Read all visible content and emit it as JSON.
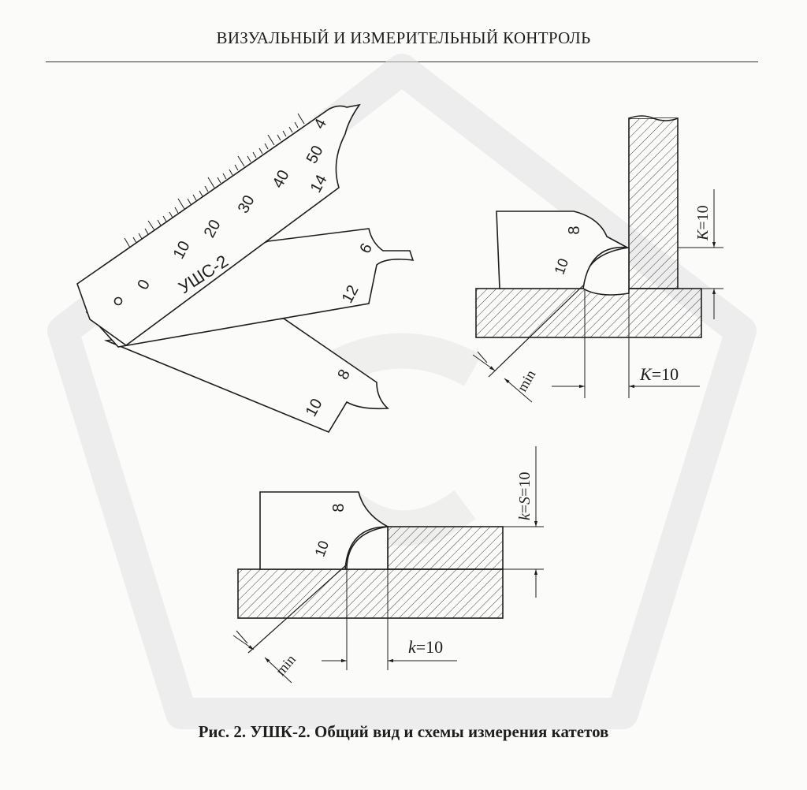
{
  "header": {
    "running_title": "ВИЗУАЛЬНЫЙ И ИЗМЕРИТЕЛЬНЫЙ КОНТРОЛЬ"
  },
  "gauge": {
    "model_label": "УШС-2",
    "scale_labels": [
      "0",
      "10",
      "20",
      "30",
      "40",
      "50"
    ],
    "ruler_tip_labels": [
      "4",
      "14"
    ],
    "blade1_labels": [
      "6",
      "12"
    ],
    "blade2_labels": [
      "8",
      "10"
    ]
  },
  "scheme_top": {
    "template_labels": [
      "8",
      "10"
    ],
    "dim_vertical_var": "K",
    "dim_vertical_val": "=10",
    "dim_horizontal_var": "K",
    "dim_horizontal_val": "=10",
    "min_label": "min"
  },
  "scheme_bottom": {
    "template_labels": [
      "8",
      "10"
    ],
    "dim_vertical_k": "k",
    "dim_vertical_eq1": "=",
    "dim_vertical_s": "S",
    "dim_vertical_val": "=10",
    "dim_horizontal_var": "k",
    "dim_horizontal_val": "=10",
    "min_label": "min"
  },
  "caption": "Рис. 2. УШК-2. Общий вид и схемы измерения катетов",
  "colors": {
    "ink": "#1e1e1e",
    "watermark": "#ececec",
    "paper": "#fbfbfa"
  }
}
